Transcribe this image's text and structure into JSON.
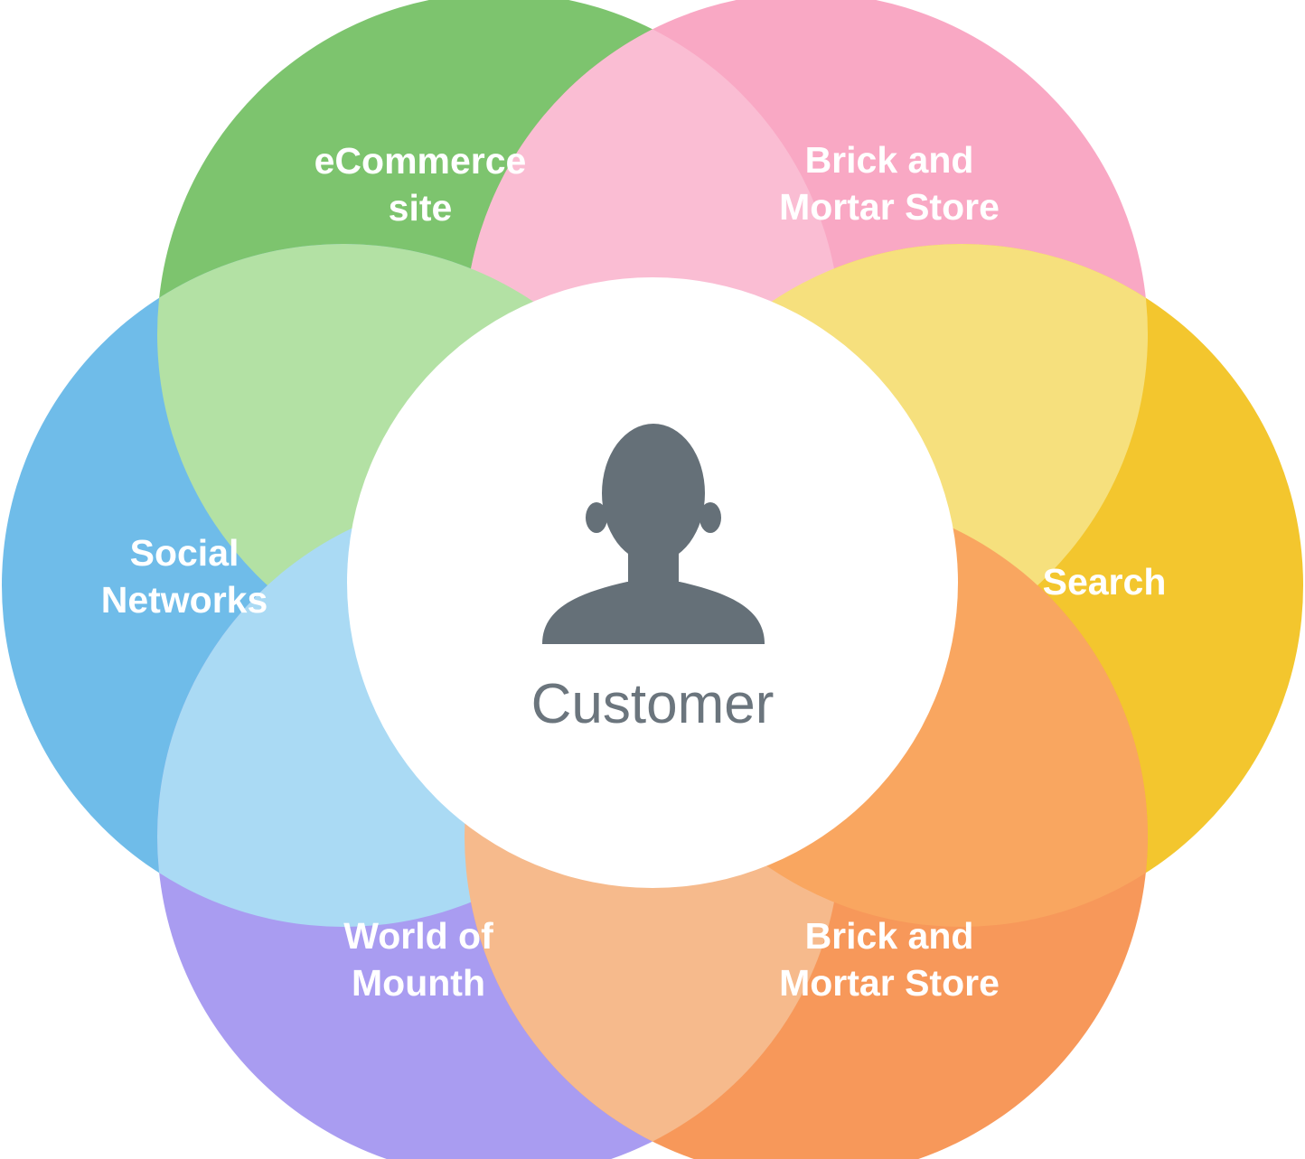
{
  "diagram_title": "Customer channels flower diagram",
  "colors": {
    "green": "#7dc46e",
    "pink": "#f9a8c4",
    "blue": "#6fbce9",
    "yellow": "#f3c62e",
    "purple": "#a99cf1",
    "orange": "#f7985a",
    "center_fill": "#ffffff",
    "person_icon": "#657078",
    "customer_text": "#6b757d"
  },
  "overlaps": {
    "green_pink": "#fabdd3",
    "green_blue": "#b3e1a4",
    "pink_yellow": "#f6e07d",
    "blue_purple": "#aadaf4",
    "purple_orange": "#f6ba8c",
    "yellow_orange": "#f9a660"
  },
  "labels": {
    "ecommerce": {
      "line1": "eCommerce",
      "line2": "site"
    },
    "brick_top": {
      "line1": "Brick and",
      "line2": "Mortar Store"
    },
    "social": {
      "line1": "Social",
      "line2": "Networks"
    },
    "search": {
      "line1": "Search"
    },
    "word_of_mouth": {
      "line1": "World of",
      "line2": "Mounth"
    },
    "brick_bottom": {
      "line1": "Brick and",
      "line2": "Mortar Store"
    },
    "center": {
      "label": "Customer",
      "icon": "person-icon"
    }
  }
}
